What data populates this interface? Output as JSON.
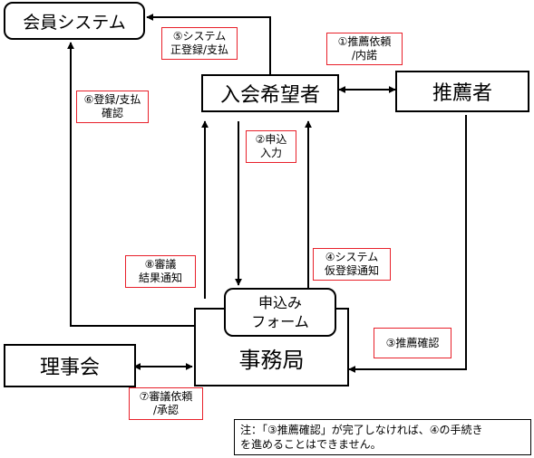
{
  "nodes": {
    "member_system": "会員システム",
    "applicant": "入会希望者",
    "recommender": "推薦者",
    "form_line1": "申込み",
    "form_line2": "フォーム",
    "office": "事務局",
    "board": "理事会"
  },
  "labels": {
    "step1": [
      "①推薦依頼",
      "/内諾"
    ],
    "step2": [
      "②申込",
      "入力"
    ],
    "step3": [
      "③推薦確認"
    ],
    "step4": [
      "④システム",
      "仮登録通知"
    ],
    "step5": [
      "⑤システム",
      "正登録/支払"
    ],
    "step6": [
      "⑥登録/支払",
      "確認"
    ],
    "step7": [
      "⑦審議依頼",
      "/承認"
    ],
    "step8": [
      "⑧審議",
      "結果通知"
    ]
  },
  "note": {
    "line1": "注：「③推薦確認」が完了しなければ、④の手続き",
    "line2": "を進めることはできません。"
  },
  "colors": {
    "label_border": "#e8202a",
    "line": "#000000"
  }
}
